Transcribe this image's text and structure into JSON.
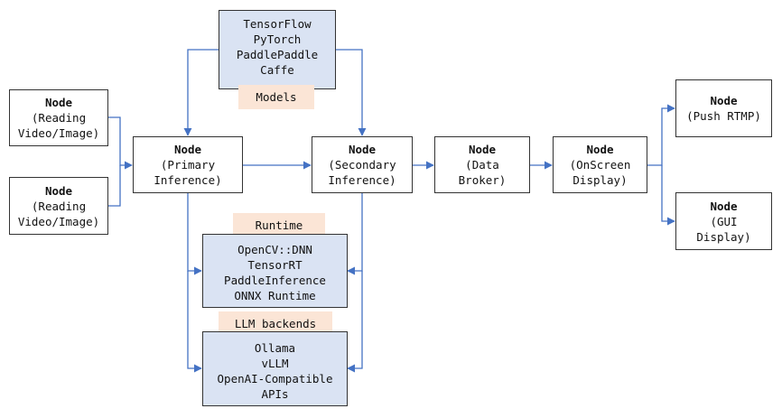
{
  "colors": {
    "edge": "#4472c4",
    "library_fill": "#dae3f3",
    "tag_fill": "#fbe5d6",
    "border": "#333333"
  },
  "nodes": {
    "read1": {
      "title": "Node",
      "lines": [
        "(Reading",
        "Video/Image)"
      ]
    },
    "read2": {
      "title": "Node",
      "lines": [
        "(Reading",
        "Video/Image)"
      ]
    },
    "primary": {
      "title": "Node",
      "lines": [
        "(Primary",
        "Inference)"
      ]
    },
    "secondary": {
      "title": "Node",
      "lines": [
        "(Secondary",
        "Inference)"
      ]
    },
    "broker": {
      "title": "Node",
      "lines": [
        "(Data",
        "Broker)"
      ]
    },
    "osd": {
      "title": "Node",
      "lines": [
        "(OnScreen",
        "Display)"
      ]
    },
    "rtmp": {
      "title": "Node",
      "lines": [
        "(Push RTMP)"
      ]
    },
    "gui": {
      "title": "Node",
      "lines": [
        "(GUI",
        "Display)"
      ]
    }
  },
  "models": {
    "label": "Models",
    "items": [
      "TensorFlow",
      "PyTorch",
      "PaddlePaddle",
      "Caffe"
    ]
  },
  "runtime": {
    "label": "Runtime",
    "items": [
      "OpenCV::DNN",
      "TensorRT",
      "PaddleInference",
      "ONNX Runtime"
    ]
  },
  "llm": {
    "label": "LLM backends",
    "items": [
      "Ollama",
      "vLLM",
      "OpenAI-Compatible",
      "APIs"
    ]
  }
}
